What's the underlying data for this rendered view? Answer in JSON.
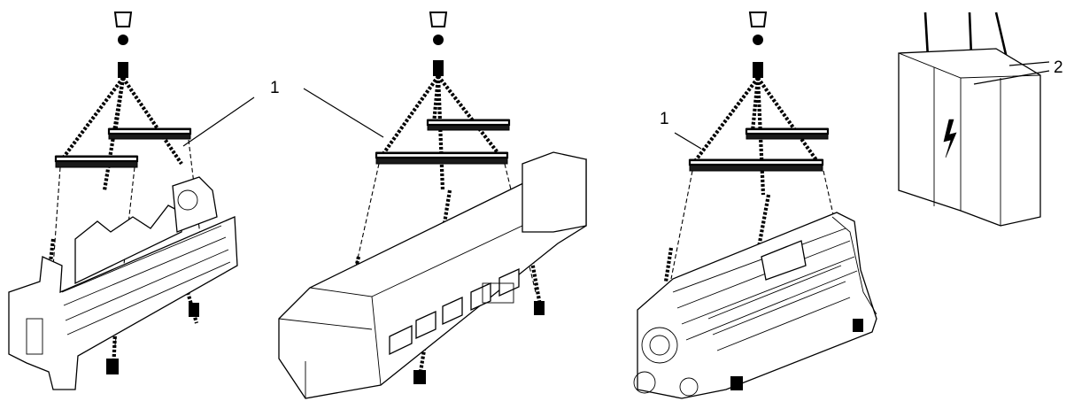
{
  "callouts": {
    "label_1a": "1",
    "label_1b": "1",
    "label_2": "2"
  },
  "icons": {
    "cabinet_symbol": "high-voltage-lightning-icon"
  }
}
